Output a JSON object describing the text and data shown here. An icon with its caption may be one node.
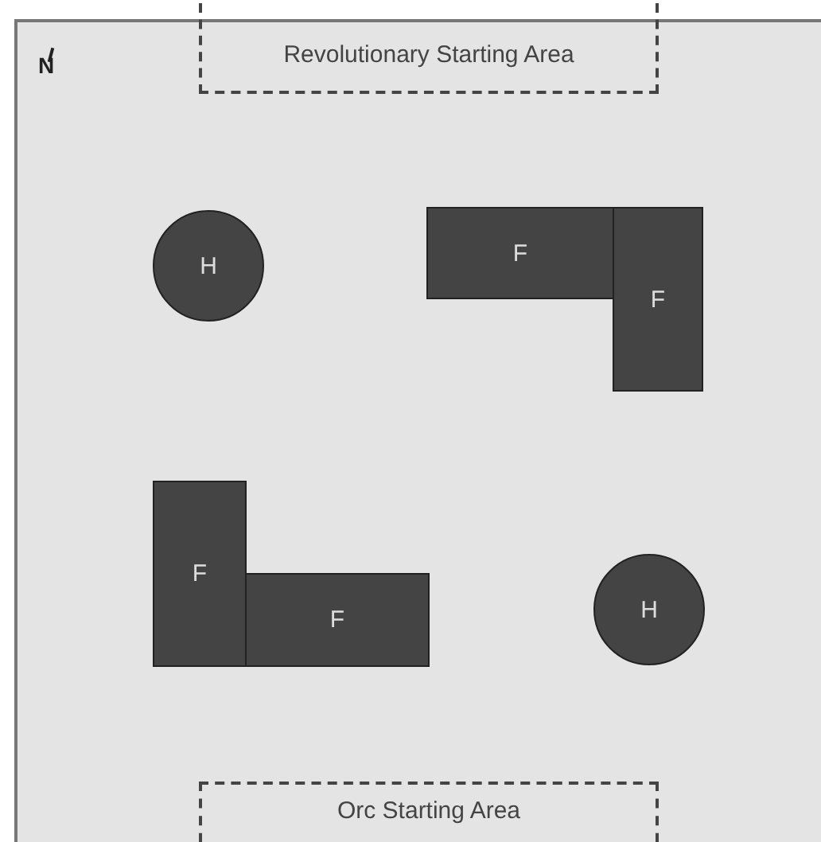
{
  "diagram": {
    "nodes": [
      {
        "text": [
          "Revolutionary Starting Area"
        ]
      },
      {
        "text": [
          "H"
        ]
      },
      {
        "text": [
          "F"
        ]
      },
      {
        "text": [
          "F"
        ]
      },
      {
        "text": [
          "F"
        ]
      },
      {
        "text": [
          "F"
        ]
      },
      {
        "text": [
          "H"
        ]
      },
      {
        "text": [
          "Orc Starting Area"
        ]
      }
    ],
    "labels": [
      "N"
    ]
  }
}
